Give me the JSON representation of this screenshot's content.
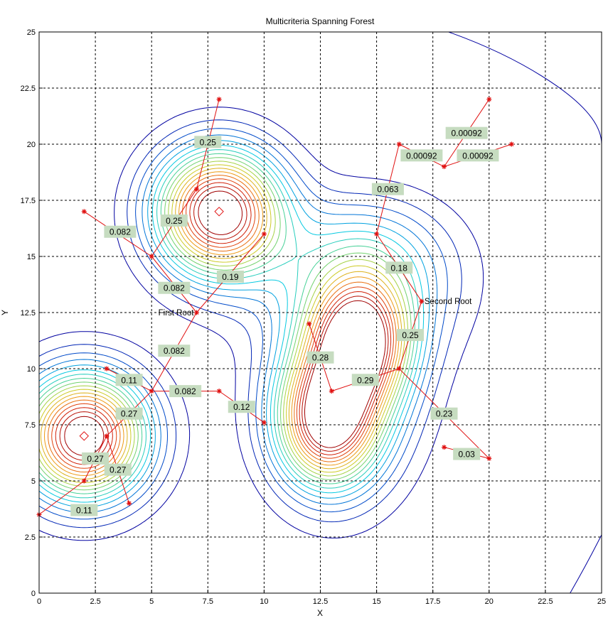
{
  "chart_data": {
    "type": "scatter",
    "title": "Multicriteria Spanning Forest",
    "xlabel": "X",
    "ylabel": "Y",
    "xlim": [
      0,
      25
    ],
    "ylim": [
      0,
      25
    ],
    "xticks": [
      "0",
      "2.5",
      "5",
      "7.5",
      "10",
      "12.5",
      "15",
      "17.5",
      "20",
      "22.5",
      "25"
    ],
    "yticks": [
      "0",
      "2.5",
      "5",
      "7.5",
      "10",
      "12.5",
      "15",
      "17.5",
      "20",
      "22.5",
      "25"
    ],
    "grid": true,
    "colors": {
      "edge": "#e01010",
      "label_bg": "#c6dcc0",
      "contour_outer": "#0000a0"
    },
    "centers": [
      [
        2,
        7
      ],
      [
        8,
        17
      ]
    ],
    "nodes": [
      [
        2,
        17
      ],
      [
        5,
        15
      ],
      [
        7,
        18
      ],
      [
        8,
        22
      ],
      [
        10,
        16
      ],
      [
        7,
        12.5
      ],
      [
        5,
        9
      ],
      [
        3,
        10
      ],
      [
        3,
        7
      ],
      [
        2,
        5
      ],
      [
        4,
        4
      ],
      [
        0,
        3.5
      ],
      [
        8,
        9
      ],
      [
        10,
        7.6
      ],
      [
        12,
        12
      ],
      [
        13,
        9
      ],
      [
        16,
        10
      ],
      [
        17,
        13
      ],
      [
        15,
        16
      ],
      [
        16,
        20
      ],
      [
        18,
        19
      ],
      [
        20,
        22
      ],
      [
        21,
        20
      ],
      [
        20,
        6
      ],
      [
        18,
        6.5
      ]
    ],
    "edges": [
      {
        "from": [
          8,
          22
        ],
        "to": [
          7,
          18
        ],
        "label": "0.25",
        "lx": 7.5,
        "ly": 20.1
      },
      {
        "from": [
          7,
          18
        ],
        "to": [
          5,
          15
        ],
        "label": "0.25",
        "lx": 6.0,
        "ly": 16.6
      },
      {
        "from": [
          2,
          17
        ],
        "to": [
          5,
          15
        ],
        "label": "0.082",
        "lx": 3.6,
        "ly": 16.1
      },
      {
        "from": [
          5,
          15
        ],
        "to": [
          7,
          12.5
        ],
        "label": "0.082",
        "lx": 6.0,
        "ly": 13.6
      },
      {
        "from": [
          10,
          16
        ],
        "to": [
          7,
          12.5
        ],
        "label": "0.19",
        "lx": 8.5,
        "ly": 14.1
      },
      {
        "from": [
          7,
          12.5
        ],
        "to": [
          5,
          9
        ],
        "label": "0.082",
        "lx": 6.0,
        "ly": 10.8
      },
      {
        "from": [
          5,
          9
        ],
        "to": [
          3,
          10
        ],
        "label": "0.11",
        "lx": 4.0,
        "ly": 9.5
      },
      {
        "from": [
          5,
          9
        ],
        "to": [
          3,
          7
        ],
        "label": "0.27",
        "lx": 4.0,
        "ly": 8.0
      },
      {
        "from": [
          5,
          9
        ],
        "to": [
          8,
          9
        ],
        "label": "0.082",
        "lx": 6.5,
        "ly": 9.0
      },
      {
        "from": [
          8,
          9
        ],
        "to": [
          10,
          7.6
        ],
        "label": "0.12",
        "lx": 9.0,
        "ly": 8.3
      },
      {
        "from": [
          3,
          7
        ],
        "to": [
          2,
          5
        ],
        "label": "0.27",
        "lx": 2.5,
        "ly": 6.0
      },
      {
        "from": [
          3,
          7
        ],
        "to": [
          4,
          4
        ],
        "label": "0.27",
        "lx": 3.5,
        "ly": 5.5
      },
      {
        "from": [
          2,
          5
        ],
        "to": [
          0,
          3.5
        ],
        "label": "0.11",
        "lx": 2.0,
        "ly": 3.7
      },
      {
        "from": [
          12,
          12
        ],
        "to": [
          13,
          9
        ],
        "label": "0.28",
        "lx": 12.5,
        "ly": 10.5
      },
      {
        "from": [
          13,
          9
        ],
        "to": [
          16,
          10
        ],
        "label": "0.29",
        "lx": 14.5,
        "ly": 9.5
      },
      {
        "from": [
          17,
          13
        ],
        "to": [
          16,
          10
        ],
        "label": "0.25",
        "lx": 16.5,
        "ly": 11.5
      },
      {
        "from": [
          15,
          16
        ],
        "to": [
          17,
          13
        ],
        "label": "0.18",
        "lx": 16.0,
        "ly": 14.5
      },
      {
        "from": [
          15,
          16
        ],
        "to": [
          16,
          20
        ],
        "label": "0.063",
        "lx": 15.5,
        "ly": 18.0
      },
      {
        "from": [
          16,
          20
        ],
        "to": [
          18,
          19
        ],
        "label": "0.00092",
        "lx": 17.0,
        "ly": 19.5
      },
      {
        "from": [
          18,
          19
        ],
        "to": [
          20,
          22
        ],
        "label": "0.00092",
        "lx": 19.0,
        "ly": 20.5
      },
      {
        "from": [
          18,
          19
        ],
        "to": [
          21,
          20
        ],
        "label": "0.00092",
        "lx": 19.5,
        "ly": 19.5
      },
      {
        "from": [
          16,
          10
        ],
        "to": [
          20,
          6
        ],
        "label": "0.23",
        "lx": 18.0,
        "ly": 8.0
      },
      {
        "from": [
          18,
          6.5
        ],
        "to": [
          20,
          6
        ],
        "label": "0.03",
        "lx": 19.0,
        "ly": 6.2
      }
    ],
    "annotations": [
      {
        "text": "First Root",
        "x": 7,
        "y": 12.5,
        "anchor": "end"
      },
      {
        "text": "Second Root",
        "x": 17,
        "y": 13,
        "anchor": "start"
      }
    ]
  }
}
